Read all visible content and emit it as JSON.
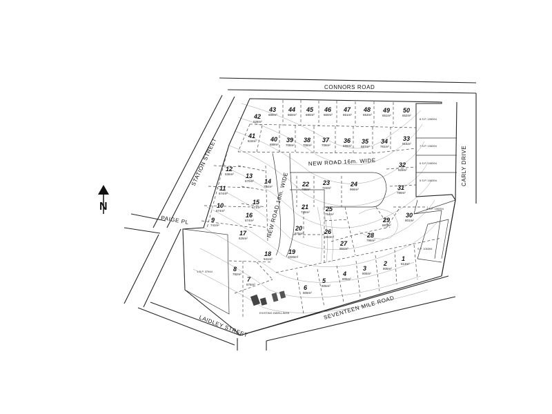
{
  "roads": {
    "connors": "CONNORS ROAD",
    "new_road_wide": "NEW ROAD 16m. WIDE",
    "new_road_vertical": "NEW ROAD 16m. WIDE",
    "station": "STATION STREET",
    "carly": "CARLY DRIVE",
    "seventeen_mile": "SEVENTEEN MILE ROAD",
    "laidley": "LAIDLEY STREET",
    "paige": "PAIGE PL"
  },
  "north_label": "N",
  "existing_label": "EXISTING DWELLINGS",
  "lots": [
    {
      "n": "1",
      "a": "813m²"
    },
    {
      "n": "2",
      "a": "805m²"
    },
    {
      "n": "3",
      "a": "805m²"
    },
    {
      "n": "4",
      "a": "805m²"
    },
    {
      "n": "5",
      "a": "805m²"
    },
    {
      "n": "6",
      "a": "805m²"
    },
    {
      "n": "7",
      "a": "676m²"
    },
    {
      "n": "8",
      "a": "782m²"
    },
    {
      "n": "9",
      "a": "741m²"
    },
    {
      "n": "10",
      "a": "674m²"
    },
    {
      "n": "11",
      "a": "674m²"
    },
    {
      "n": "12",
      "a": "636m²"
    },
    {
      "n": "13",
      "a": "670m²"
    },
    {
      "n": "14",
      "a": "744m²"
    },
    {
      "n": "15",
      "a": "671m²"
    },
    {
      "n": "16",
      "a": "674m²"
    },
    {
      "n": "17",
      "a": "625m²"
    },
    {
      "n": "18",
      "a": "941m²"
    },
    {
      "n": "19",
      "a": "1026m²"
    },
    {
      "n": "20",
      "a": "875m²"
    },
    {
      "n": "21",
      "a": "735m²"
    },
    {
      "n": "22",
      "a": "766m²"
    },
    {
      "n": "23",
      "a": "723m²"
    },
    {
      "n": "24",
      "a": "966m²"
    },
    {
      "n": "25",
      "a": "764m²"
    },
    {
      "n": "26",
      "a": "1063m²"
    },
    {
      "n": "27",
      "a": "954m²"
    },
    {
      "n": "28",
      "a": "796m²"
    },
    {
      "n": "29",
      "a": "887m²"
    },
    {
      "n": "30",
      "a": "801m²"
    },
    {
      "n": "31",
      "a": "789m²"
    },
    {
      "n": "32",
      "a": "929m²"
    },
    {
      "n": "33",
      "a": "916m²"
    },
    {
      "n": "34",
      "a": "781m²"
    },
    {
      "n": "35",
      "a": "687m²"
    },
    {
      "n": "36",
      "a": "696m²"
    },
    {
      "n": "37",
      "a": "708m²"
    },
    {
      "n": "38",
      "a": "708m²"
    },
    {
      "n": "39",
      "a": "708m²"
    },
    {
      "n": "40",
      "a": "689m²"
    },
    {
      "n": "41",
      "a": "618m²"
    },
    {
      "n": "42",
      "a": "628m²"
    },
    {
      "n": "43",
      "a": "689m²"
    },
    {
      "n": "44",
      "a": "660m²"
    },
    {
      "n": "45",
      "a": "690m²"
    },
    {
      "n": "46",
      "a": "660m²"
    },
    {
      "n": "47",
      "a": "651m²"
    },
    {
      "n": "48",
      "a": "653m²"
    },
    {
      "n": "49",
      "a": "651m²"
    },
    {
      "n": "50",
      "a": "652m²"
    }
  ],
  "neighbours": {
    "rp_main": "1 R.P. 37944",
    "sp_1": "8 S.P. 106394",
    "sp_2": "7 S.P. 106394",
    "sp_3": "6 S.P. 106394",
    "sp_4": "5 S.P. 106394",
    "sp_5": "4 S.P. 106394",
    "sp_6": "S.P. 106394"
  }
}
